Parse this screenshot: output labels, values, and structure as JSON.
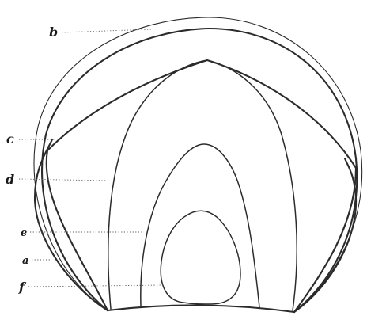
{
  "labels": {
    "b": "b",
    "c": "c",
    "d": "d",
    "e": "e",
    "a": "a",
    "f": "f"
  }
}
